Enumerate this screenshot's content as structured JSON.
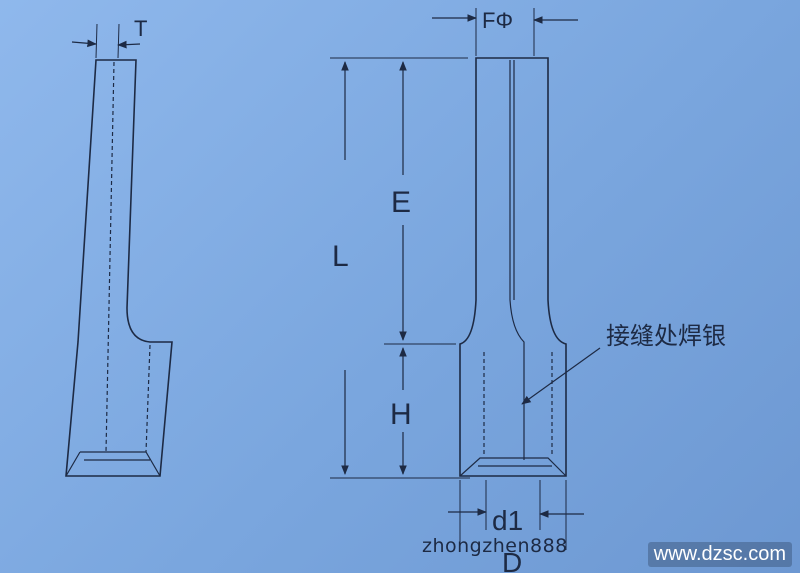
{
  "labels": {
    "t": "T",
    "f_phi": "FΦ",
    "l": "L",
    "e": "E",
    "h": "H",
    "d1": "d1",
    "d": "D",
    "weld_note": "接缝处焊银"
  },
  "watermarks": {
    "left": "zhongzhen888",
    "right": "www.dzsc.com"
  },
  "colors": {
    "background": "#7fa8dd",
    "ink": "#1d2a44"
  }
}
